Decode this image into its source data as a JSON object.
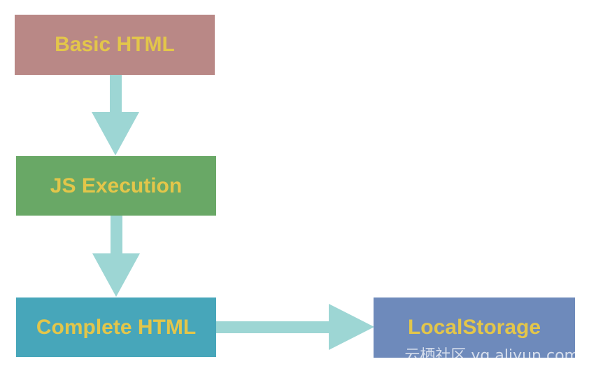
{
  "nodes": {
    "basic_html": "Basic HTML",
    "js_execution": "JS Execution",
    "complete_html": "Complete HTML",
    "local_storage": "LocalStorage"
  },
  "watermark": "云栖社区 yq.aliyun.com",
  "colors": {
    "basic_html_fill": "#b98886",
    "js_execution_fill": "#69a866",
    "complete_html_fill": "#47a6ba",
    "local_storage_fill": "#6e8abb",
    "label_text": "#e3c64a",
    "arrow": "#9dd6d4"
  }
}
